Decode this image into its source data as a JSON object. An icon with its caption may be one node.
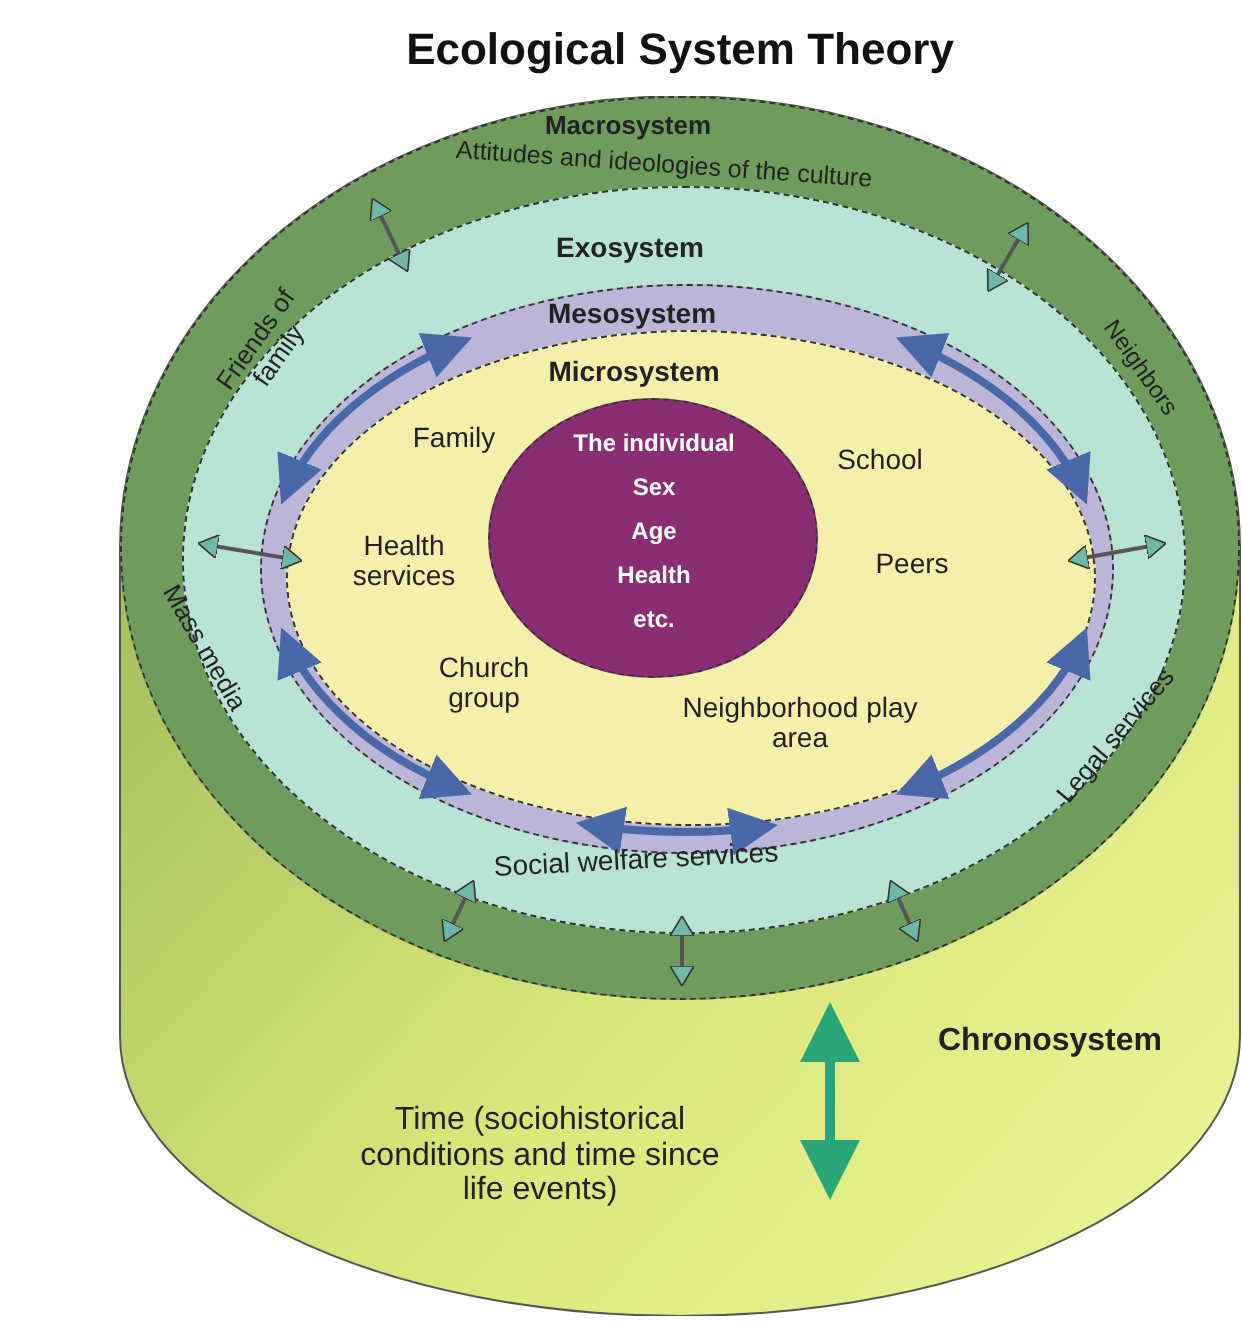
{
  "diagram": {
    "title": "Ecological System Theory",
    "nodes": [
      {
        "text": [
          "Chronosystem",
          "Time (sociohistorical conditions and time since life events)"
        ]
      },
      {
        "text": [
          "Macrosystem",
          "Attitudes and ideologies of the culture"
        ],
        "in": 0
      },
      {
        "text": [
          "Exosystem",
          "Friends of family",
          "Neighbors",
          "Mass media",
          "Legal services",
          "Social welfare services"
        ],
        "in": 1
      },
      {
        "text": [
          "Mesosystem"
        ],
        "in": 2
      },
      {
        "text": [
          "Microsystem",
          "Family",
          "School",
          "Health services",
          "Peers",
          "Church group",
          "Neighborhood play area"
        ],
        "in": 3
      },
      {
        "text": [
          "The individual",
          "Sex",
          "Age",
          "Health",
          "etc."
        ],
        "in": 4
      }
    ],
    "edges": [
      {
        "from": 1,
        "to": 2,
        "arrow": "both"
      },
      {
        "from": 1,
        "to": 2,
        "arrow": "both"
      },
      {
        "from": 2,
        "to": 4,
        "arrow": "both"
      },
      {
        "from": 4,
        "to": 2,
        "arrow": "both"
      },
      {
        "from": 1,
        "to": 2,
        "arrow": "both"
      },
      {
        "from": 2,
        "to": 1,
        "arrow": "both"
      },
      {
        "from": 2,
        "to": 1,
        "arrow": "both"
      },
      {
        "from": 1,
        "to": 0,
        "arrow": "both",
        "style": "thick",
        "color": "#2aa57a"
      }
    ]
  }
}
